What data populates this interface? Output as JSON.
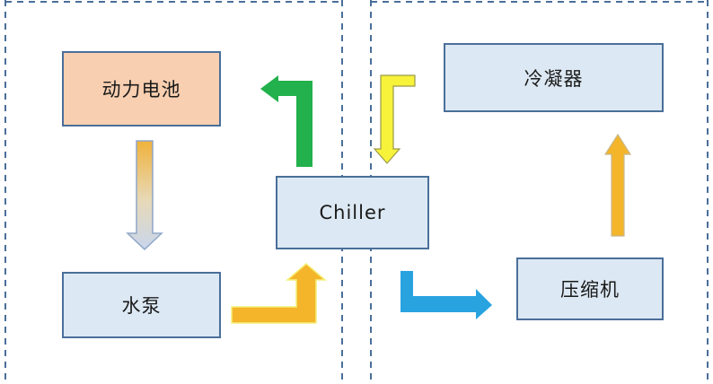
{
  "diagram": {
    "nodes": {
      "battery": {
        "label": "动力电池"
      },
      "pump": {
        "label": "水泵"
      },
      "chiller": {
        "label": "Chiller"
      },
      "condenser": {
        "label": "冷凝器"
      },
      "compressor": {
        "label": "压缩机"
      }
    },
    "flows": [
      {
        "from": "battery",
        "to": "pump",
        "color": "#f0b23c"
      },
      {
        "from": "pump",
        "to": "chiller",
        "color": "#f5b52a"
      },
      {
        "from": "chiller",
        "to": "battery",
        "color": "#22b14c"
      },
      {
        "from": "condenser",
        "to": "chiller",
        "color": "#f7f23a"
      },
      {
        "from": "chiller",
        "to": "compressor",
        "color": "#29a3e0"
      },
      {
        "from": "compressor",
        "to": "condenser",
        "color": "#f5b52a"
      }
    ],
    "colors": {
      "box_fill": "#dce8f3",
      "box_border": "#4a6f9a",
      "battery_fill": "#f8cfb0",
      "dashed_border": "#4a6f9a"
    }
  }
}
